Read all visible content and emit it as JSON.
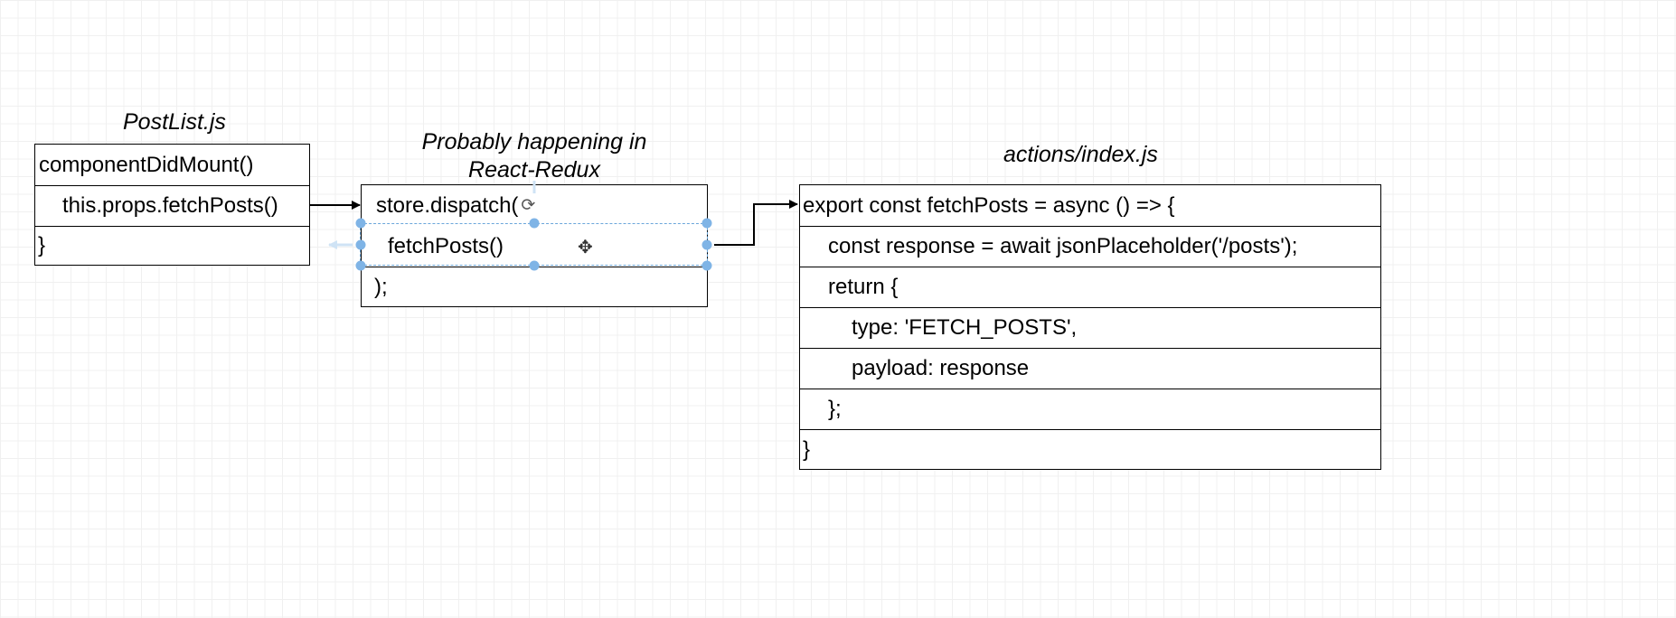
{
  "postlist": {
    "title": "PostList.js",
    "rows": [
      "componentDidMount()",
      "this.props.fetchPosts()",
      "}"
    ]
  },
  "redux": {
    "title_line1": "Probably happening in",
    "title_line2": "React-Redux",
    "rows": [
      "store.dispatch(",
      "fetchPosts()",
      ");"
    ]
  },
  "actions": {
    "title": "actions/index.js",
    "rows": [
      "export const fetchPosts = async () => {",
      "const response = await jsonPlaceholder('/posts');",
      "return {",
      "type: 'FETCH_POSTS',",
      "payload: response",
      "};",
      "}"
    ]
  },
  "colors": {
    "selection": "#6aa6da",
    "handle": "#7fb4e6",
    "grid": "#f0f0f0"
  }
}
